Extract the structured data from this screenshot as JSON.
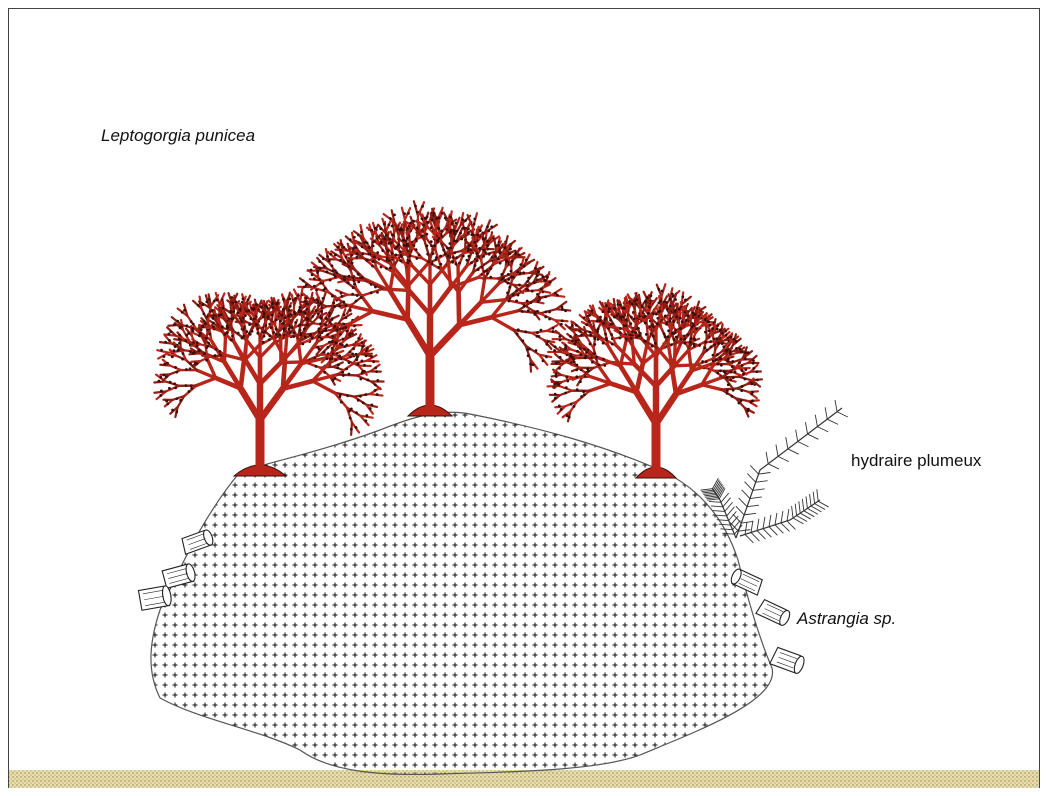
{
  "labels": {
    "leptogorgia": "Leptogorgia punicea",
    "hydraire": "hydraire plumeux",
    "astrangia": "Astrangia sp."
  },
  "colors": {
    "coral": "#b8261b",
    "coral_dark": "#3a0d08",
    "rock_outline": "#555555",
    "rock_pattern": "#111111",
    "sediment": "#e6dcaa",
    "sediment_dot": "#8a7a3a",
    "hydroid": "#333333"
  },
  "icons": {
    "coral_colonies": [
      "coral-left-icon",
      "coral-center-icon",
      "coral-right-icon"
    ],
    "hydroid": "hydroid-plume-icon",
    "cup_corals": [
      "astrangia-cup-icon"
    ]
  }
}
